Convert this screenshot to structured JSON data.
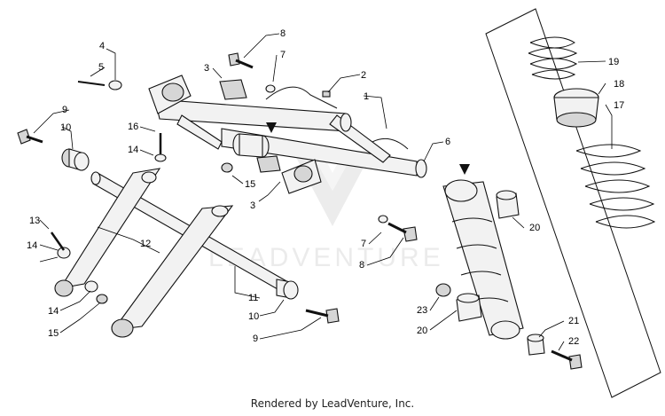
{
  "callouts": [
    "1",
    "2",
    "3",
    "3",
    "4",
    "5",
    "6",
    "7",
    "7",
    "8",
    "8",
    "9",
    "9",
    "10",
    "10",
    "11",
    "12",
    "13",
    "14",
    "14",
    "14",
    "15",
    "15",
    "16",
    "17",
    "18",
    "19",
    "20",
    "20",
    "21",
    "22",
    "23"
  ],
  "watermark": "LEADVENTURE",
  "footer": "Rendered by LeadVenture, Inc."
}
